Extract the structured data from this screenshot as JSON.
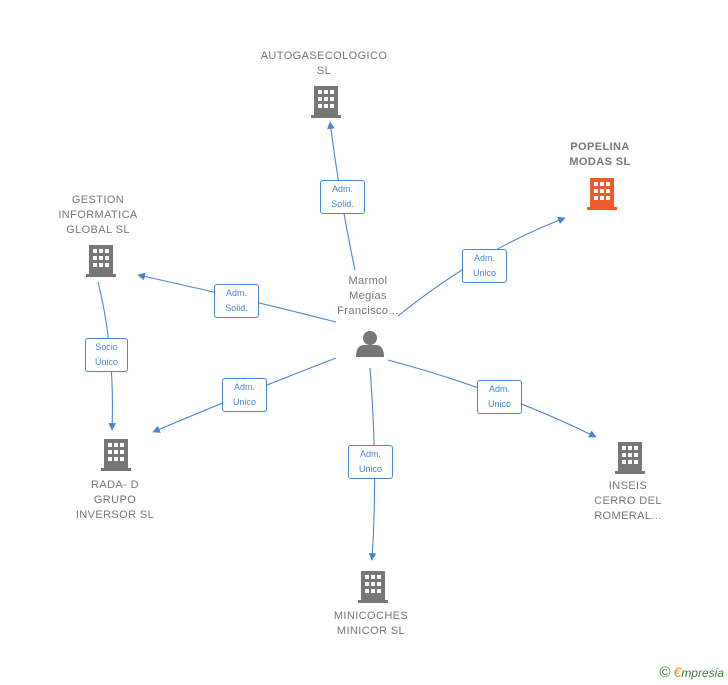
{
  "center": {
    "name_lines": [
      "Marmol",
      "Megias",
      "Francisco..."
    ],
    "icon": "person-icon"
  },
  "nodes": [
    {
      "id": "autogasecologico",
      "lines": [
        "AUTOGASECOLOGICO",
        "SL"
      ],
      "icon": "building-icon",
      "color": "#777777"
    },
    {
      "id": "popelina",
      "lines": [
        "POPELINA",
        "MODAS  SL"
      ],
      "icon": "building-icon",
      "color": "#ee5a2a",
      "highlight": true
    },
    {
      "id": "gestion",
      "lines": [
        "GESTION",
        "INFORMATICA",
        "GLOBAL  SL"
      ],
      "icon": "building-icon",
      "color": "#777777"
    },
    {
      "id": "rada",
      "lines": [
        "RADA- D",
        "GRUPO",
        "INVERSOR SL"
      ],
      "icon": "building-icon",
      "color": "#777777"
    },
    {
      "id": "inseis",
      "lines": [
        "INSEIS",
        "CERRO DEL",
        "ROMERAL..."
      ],
      "icon": "building-icon",
      "color": "#777777"
    },
    {
      "id": "minicoches",
      "lines": [
        "MINICOCHES",
        "MINICOR SL"
      ],
      "icon": "building-icon",
      "color": "#777777"
    }
  ],
  "edges": [
    {
      "id": "e-autogas",
      "lines": [
        "Adm.",
        "Solid."
      ]
    },
    {
      "id": "e-popelina",
      "lines": [
        "Adm.",
        "Unico"
      ]
    },
    {
      "id": "e-gestion",
      "lines": [
        "Adm.",
        "Solid."
      ]
    },
    {
      "id": "e-rada",
      "lines": [
        "Adm.",
        "Unico"
      ]
    },
    {
      "id": "e-inseis",
      "lines": [
        "Adm.",
        "Unico"
      ]
    },
    {
      "id": "e-minicoches",
      "lines": [
        "Adm.",
        "Unico"
      ]
    },
    {
      "id": "e-gestion-rada",
      "lines": [
        "Socio",
        "Único"
      ]
    }
  ],
  "colors": {
    "edge": "#4a86d0",
    "building": "#777777",
    "building_highlight": "#ee5a2a",
    "person": "#777777"
  },
  "footer": {
    "copyright": "©",
    "brand_first": "€",
    "brand_rest": "mpresia"
  }
}
